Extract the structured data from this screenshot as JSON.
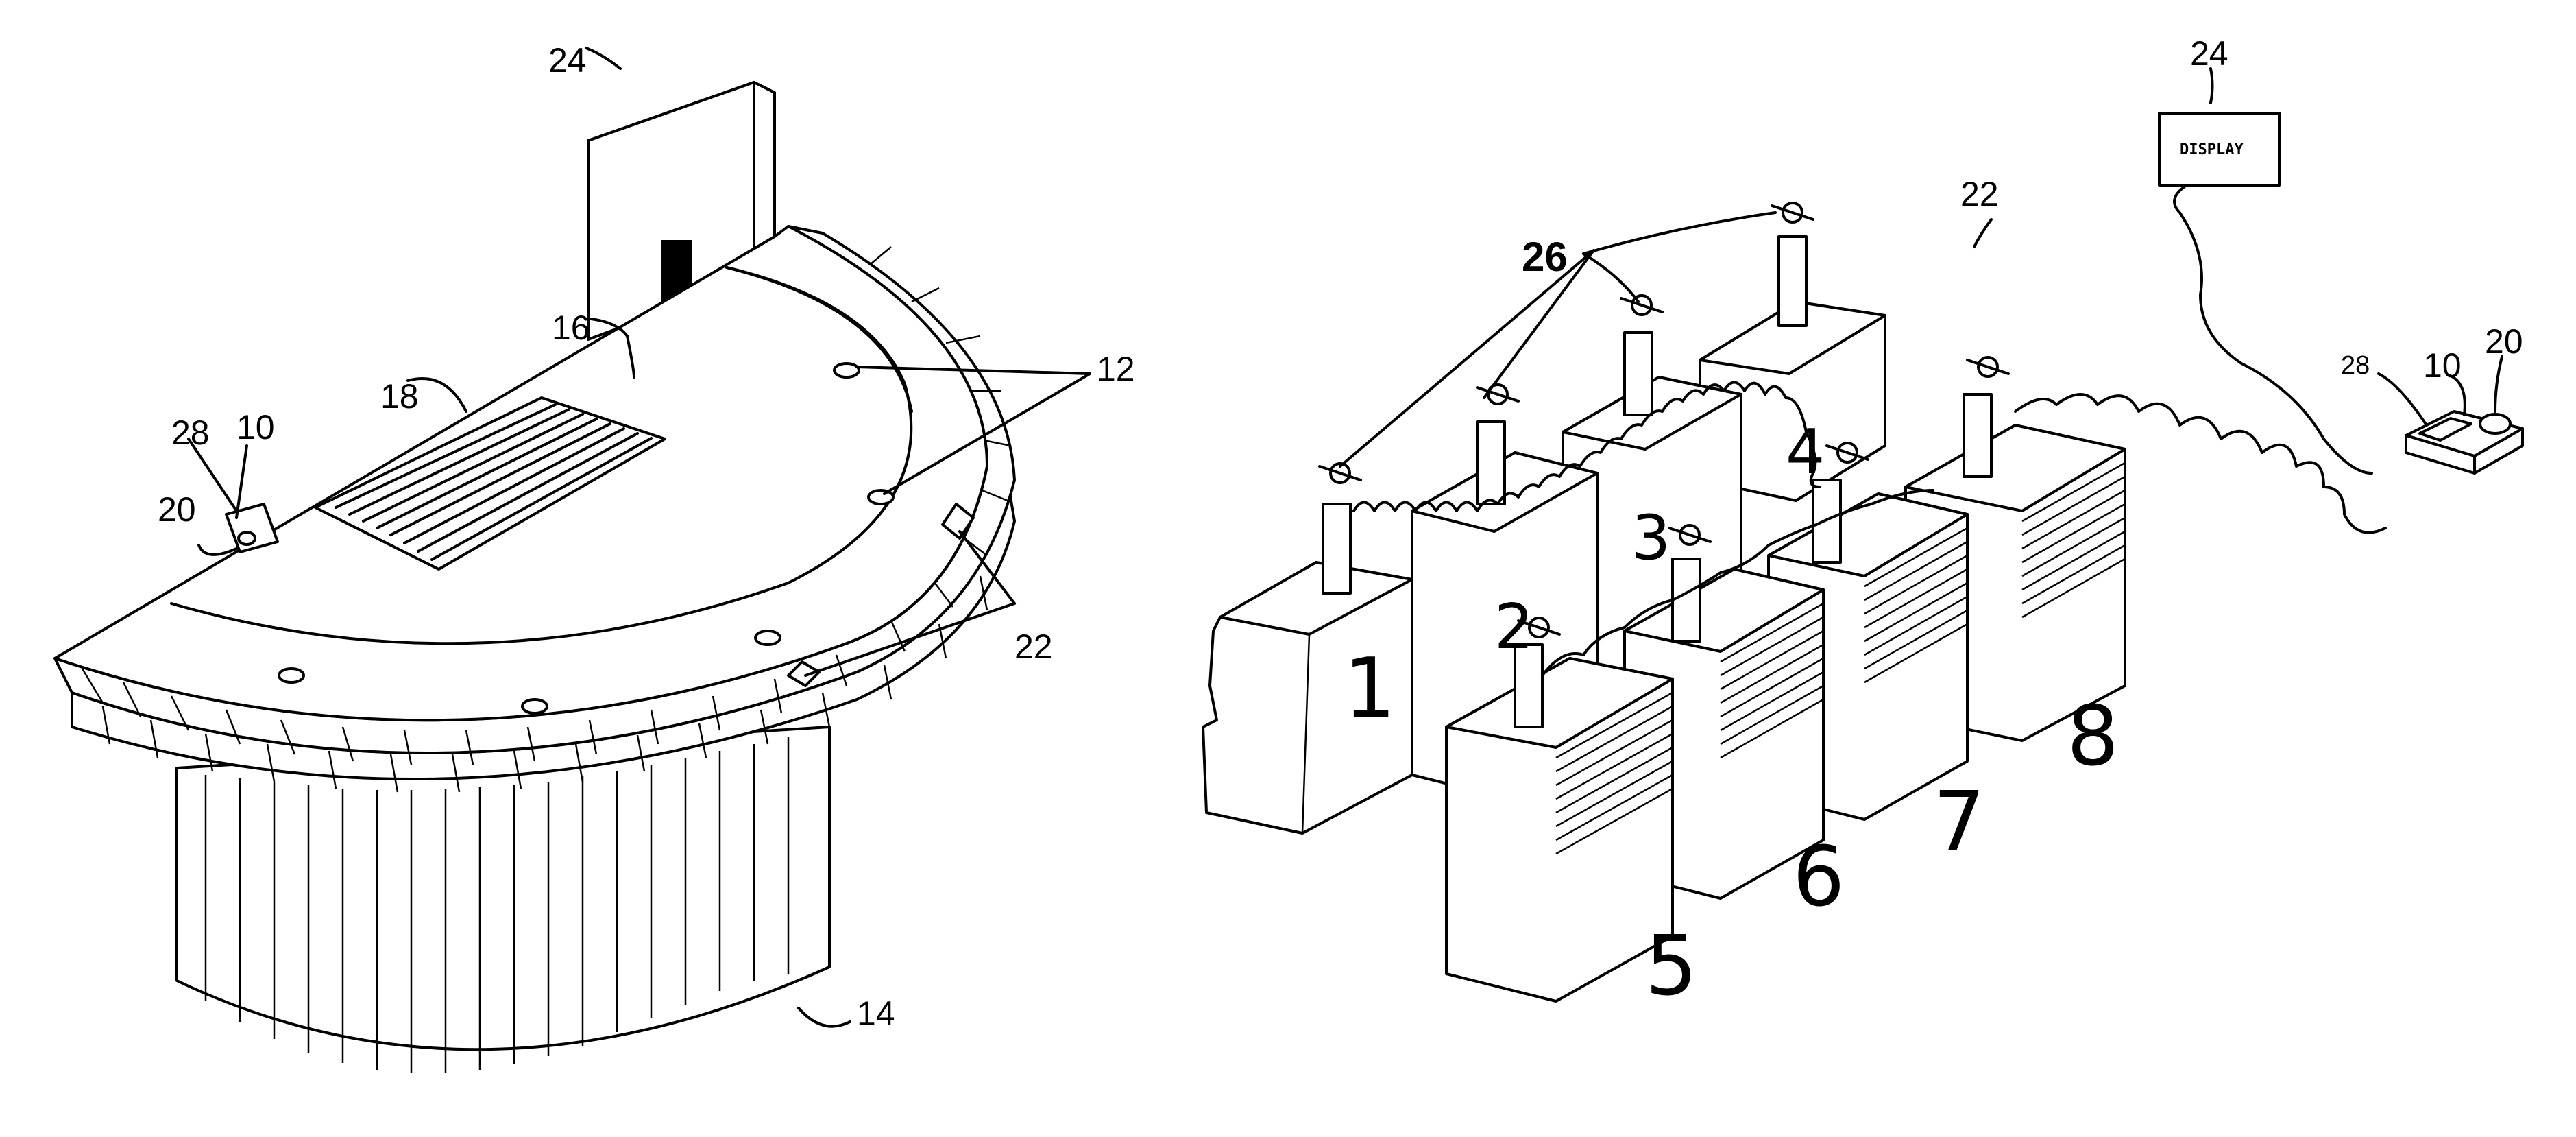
{
  "figure_left": {
    "refs": {
      "display": "24",
      "surface": "16",
      "chip_tray": "18",
      "sensors": "12",
      "card_reader": "28",
      "controller": "10",
      "button": "20",
      "markers": "22",
      "table_base": "14"
    }
  },
  "figure_right": {
    "display_ref": "24",
    "display_label": "DISPLAY",
    "wire_ref": "22",
    "sensor_ref": "26",
    "controller_ref": "10",
    "card_reader_ref": "28",
    "button_ref": "20",
    "bays": [
      "1",
      "2",
      "3",
      "4",
      "5",
      "6",
      "7",
      "8"
    ]
  },
  "colors": {
    "line": "#000000",
    "background": "#ffffff"
  }
}
